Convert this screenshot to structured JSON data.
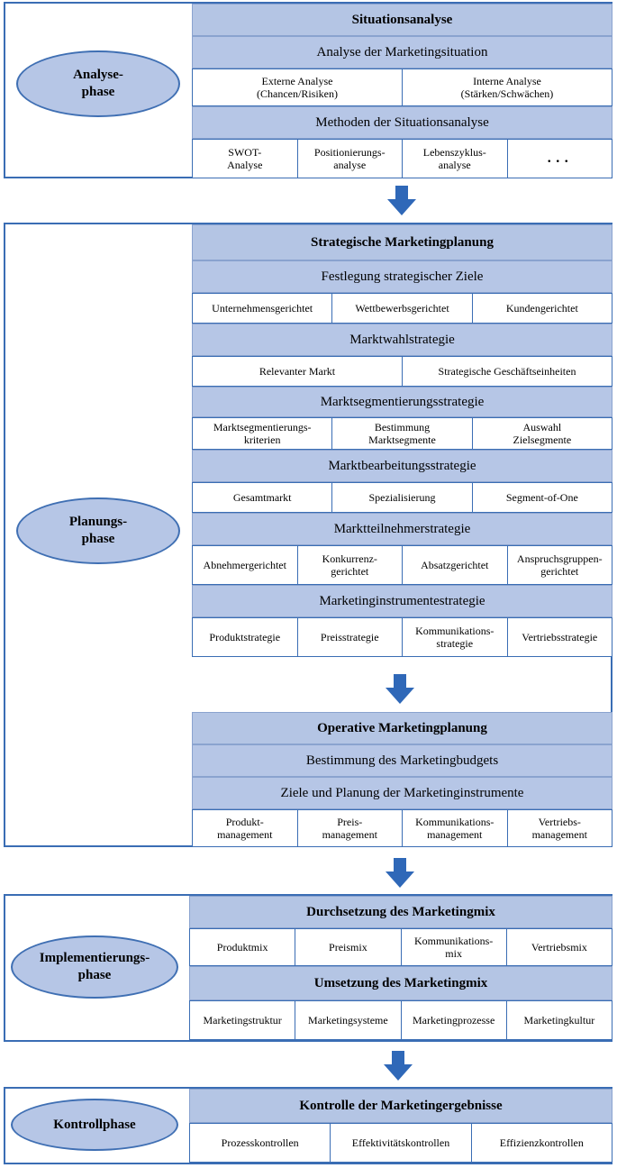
{
  "colors": {
    "frame": "#3a6db4",
    "fill": "#b6c6e6",
    "arrow": "#2f68b8"
  },
  "phases": {
    "analyse": {
      "label": "Analyse-\nphase",
      "title": "Situationsanalyse",
      "sub1": "Analyse der Marketingsituation",
      "row1": [
        "Externe Analyse\n(Chancen/Risiken)",
        "Interne Analyse\n(Stärken/Schwächen)"
      ],
      "sub2": "Methoden der Situationsanalyse",
      "row2": [
        "SWOT-\nAnalyse",
        "Positionierungs-\nanalyse",
        "Lebenszyklus-\nanalyse",
        "..."
      ]
    },
    "planung": {
      "label": "Planungs-\nphase",
      "strategic": {
        "title": "Strategische Marketingplanung",
        "ziele": {
          "title": "Festlegung strategischer Ziele",
          "items": [
            "Unternehmensgerichtet",
            "Wettbewerbsgerichtet",
            "Kundengerichtet"
          ]
        },
        "marktwahl": {
          "title": "Marktwahlstrategie",
          "items": [
            "Relevanter Markt",
            "Strategische Geschäftseinheiten"
          ]
        },
        "segmentierung": {
          "title": "Marktsegmentierungsstrategie",
          "items": [
            "Marktsegmentierungs-\nkriterien",
            "Bestimmung\nMarktsegmente",
            "Auswahl\nZielsegmente"
          ]
        },
        "bearbeitung": {
          "title": "Marktbearbeitungsstrategie",
          "items": [
            "Gesamtmarkt",
            "Spezialisierung",
            "Segment-of-One"
          ]
        },
        "teilnehmer": {
          "title": "Marktteilnehmerstrategie",
          "items": [
            "Abnehmergerichtet",
            "Konkurrenz-\ngerichtet",
            "Absatzgerichtet",
            "Anspruchsgruppen-\ngerichtet"
          ]
        },
        "instrumente": {
          "title": "Marketinginstrumentestrategie",
          "items": [
            "Produktstrategie",
            "Preisstrategie",
            "Kommunikations-\nstrategie",
            "Vertriebsstrategie"
          ]
        }
      },
      "operative": {
        "title": "Operative Marketingplanung",
        "budget": "Bestimmung des Marketingbudgets",
        "ziele": "Ziele und Planung der Marketinginstrumente",
        "items": [
          "Produkt-\nmanagement",
          "Preis-\nmanagement",
          "Kommunikations-\nmanagement",
          "Vertriebs-\nmanagement"
        ]
      }
    },
    "implementierung": {
      "label": "Implementierungs-\nphase",
      "durchsetzung": {
        "title": "Durchsetzung des Marketingmix",
        "items": [
          "Produktmix",
          "Preismix",
          "Kommunikations-\nmix",
          "Vertriebsmix"
        ]
      },
      "umsetzung": {
        "title": "Umsetzung des Marketingmix",
        "items": [
          "Marketingstruktur",
          "Marketingsysteme",
          "Marketingprozesse",
          "Marketingkultur"
        ]
      }
    },
    "kontrolle": {
      "label": "Kontrollphase",
      "title": "Kontrolle der Marketingergebnisse",
      "items": [
        "Prozesskontrollen",
        "Effektivitätskontrollen",
        "Effizienzkontrollen"
      ]
    }
  }
}
